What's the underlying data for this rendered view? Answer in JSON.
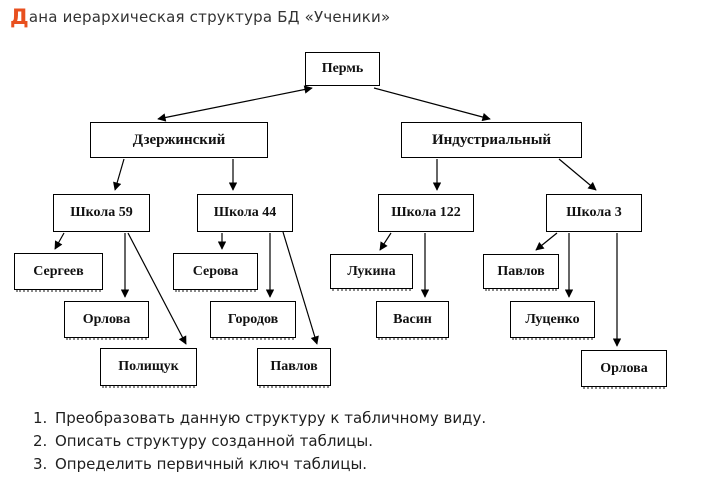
{
  "title": {
    "drop_cap": "Д",
    "rest": "ана иерархическая структура БД «Ученики»"
  },
  "colors": {
    "accent": "#e8501f",
    "title_text": "#333333",
    "body_text": "#1f1f1f",
    "box_border": "#000000",
    "background": "#ffffff"
  },
  "diagram": {
    "nodes": {
      "perm": {
        "label": "Пермь",
        "type": "city"
      },
      "dzerzhinsky": {
        "label": "Дзержинский",
        "type": "district"
      },
      "industrialny": {
        "label": "Индустриальный",
        "type": "district"
      },
      "school59": {
        "label": "Школа 59",
        "type": "school"
      },
      "school44": {
        "label": "Школа 44",
        "type": "school"
      },
      "school122": {
        "label": "Школа 122",
        "type": "school"
      },
      "school3": {
        "label": "Школа 3",
        "type": "school"
      },
      "sergeev": {
        "label": "Сергеев",
        "type": "student"
      },
      "serova": {
        "label": "Серова",
        "type": "student"
      },
      "orlova59": {
        "label": "Орлова",
        "type": "student"
      },
      "gorodov": {
        "label": "Городов",
        "type": "student"
      },
      "polishchuk": {
        "label": "Полищук",
        "type": "student"
      },
      "pavlov44": {
        "label": "Павлов",
        "type": "student"
      },
      "lukina": {
        "label": "Лукина",
        "type": "student"
      },
      "vasin": {
        "label": "Васин",
        "type": "student"
      },
      "pavlov3": {
        "label": "Павлов",
        "type": "student"
      },
      "lutsenko": {
        "label": "Луценко",
        "type": "student"
      },
      "orlova3": {
        "label": "Орлова",
        "type": "student"
      }
    },
    "edges": [
      {
        "from": "perm",
        "to": "dzerzhinsky"
      },
      {
        "from": "perm",
        "to": "industrialny"
      },
      {
        "from": "dzerzhinsky",
        "to": "school59"
      },
      {
        "from": "dzerzhinsky",
        "to": "school44"
      },
      {
        "from": "industrialny",
        "to": "school122"
      },
      {
        "from": "industrialny",
        "to": "school3"
      },
      {
        "from": "school59",
        "to": "sergeev"
      },
      {
        "from": "school59",
        "to": "orlova59"
      },
      {
        "from": "school59",
        "to": "polishchuk"
      },
      {
        "from": "school44",
        "to": "serova"
      },
      {
        "from": "school44",
        "to": "gorodov"
      },
      {
        "from": "school44",
        "to": "pavlov44"
      },
      {
        "from": "school122",
        "to": "lukina"
      },
      {
        "from": "school122",
        "to": "vasin"
      },
      {
        "from": "school3",
        "to": "pavlov3"
      },
      {
        "from": "school3",
        "to": "lutsenko"
      },
      {
        "from": "school3",
        "to": "orlova3"
      }
    ]
  },
  "tasks": {
    "items": [
      {
        "num": "1.",
        "text": "Преобразовать данную структуру к табличному виду."
      },
      {
        "num": "2.",
        "text": "Описать структуру созданной таблицы."
      },
      {
        "num": "3.",
        "text": "Определить первичный ключ таблицы."
      }
    ]
  }
}
